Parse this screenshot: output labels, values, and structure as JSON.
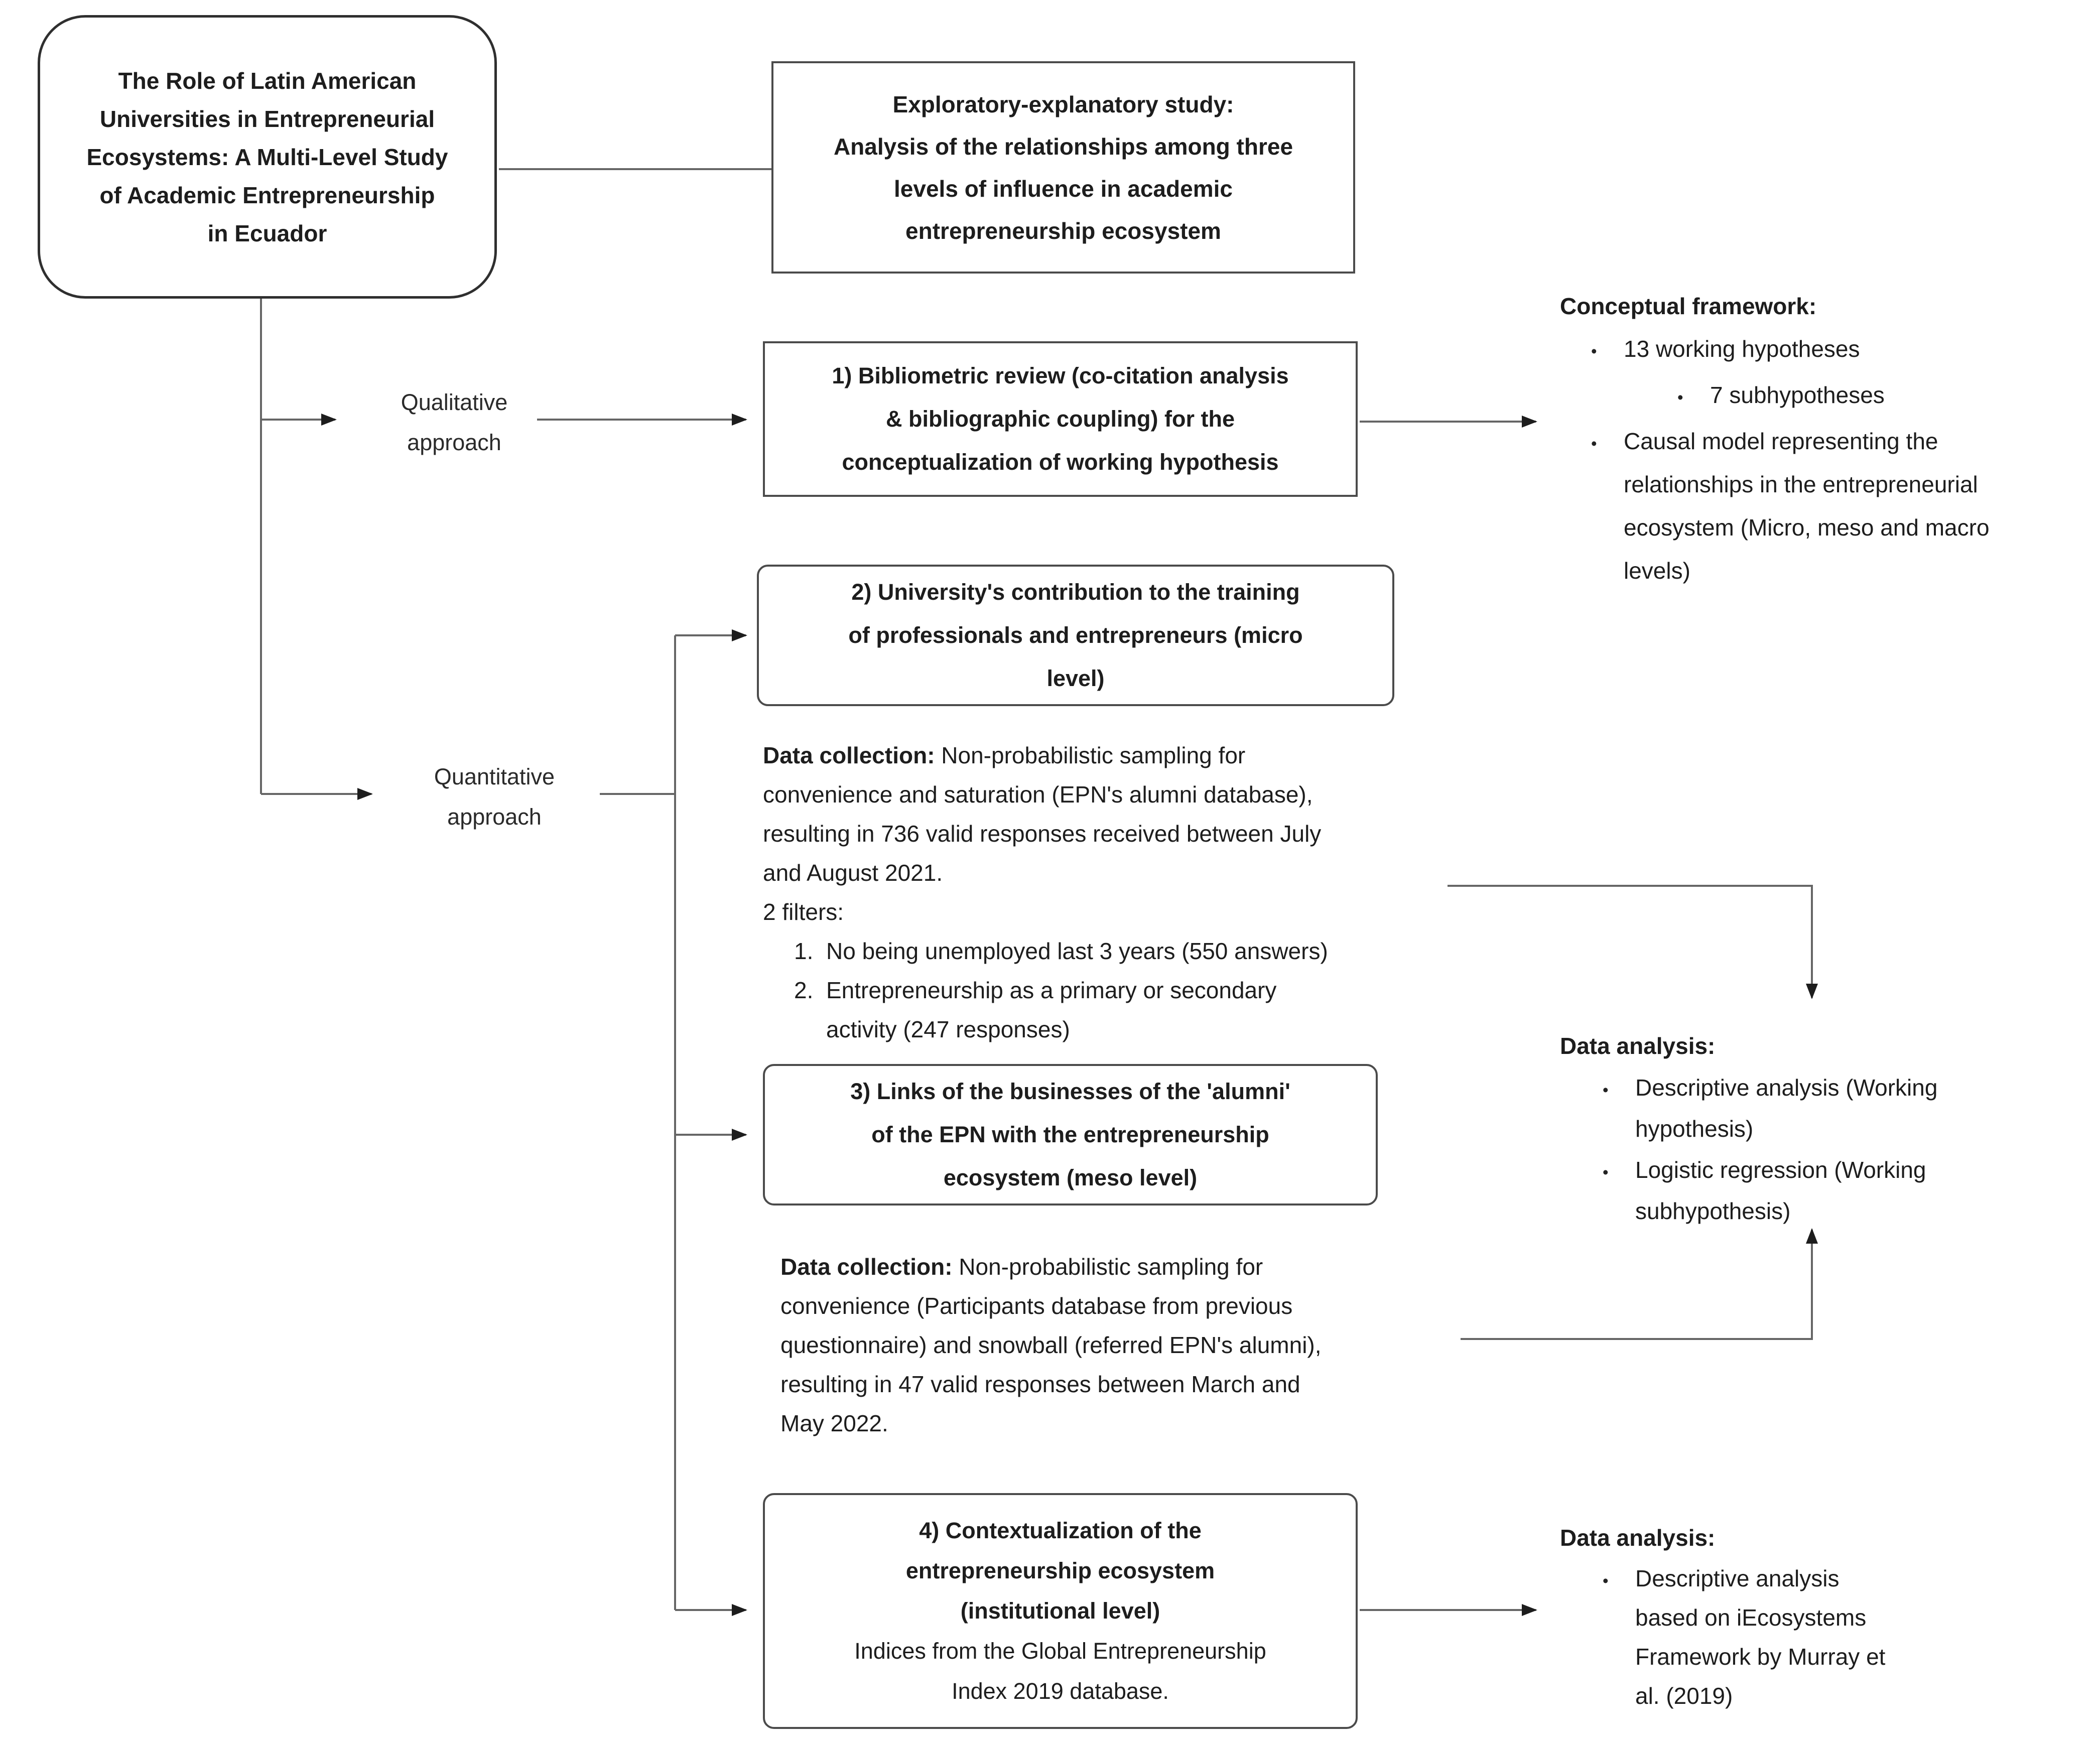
{
  "title_box": {
    "text": "The Role of Latin American\nUniversities in Entrepreneurial\nEcosystems: A Multi-Level Study\nof Academic Entrepreneurship\nin Ecuador"
  },
  "study_box": {
    "text": "Exploratory-explanatory study:\nAnalysis of the relationships among three\nlevels of influence in academic\nentrepreneurship ecosystem"
  },
  "branches": {
    "qualitative": "Qualitative\napproach",
    "quantitative": "Quantitative\napproach"
  },
  "step1_box": {
    "text": "1) Bibliometric review (co-citation analysis\n& bibliographic coupling) for the\nconceptualization of working hypothesis"
  },
  "step2_box": {
    "text": "2) University's contribution to the training\nof professionals and entrepreneurs (micro\nlevel)"
  },
  "step3_box": {
    "text": "3) Links of the businesses of the 'alumni'\nof the EPN with the entrepreneurship\necosystem (meso level)"
  },
  "step4_box": {
    "bold_text": "4) Contextualization of the\nentrepreneurship ecosystem\n(institutional level)",
    "regular_text": "Indices from the Global Entrepreneurship\nIndex 2019 database."
  },
  "conceptual_framework": {
    "heading": "Conceptual framework:",
    "bullet1": "13 working hypotheses",
    "bullet1_sub": "7 subhypotheses",
    "bullet2": "Causal model representing the\nrelationships in the entrepreneurial\necosystem (Micro, meso and macro\nlevels)"
  },
  "data_collection_1": {
    "label": "Data collection:",
    "body": "Non-probabilistic sampling for\nconvenience and saturation (EPN's alumni database),\nresulting in 736 valid responses received between July\nand August 2021.\n2 filters:",
    "filter1_num": "1.",
    "filter1": "No being unemployed last 3 years (550 answers)",
    "filter2_num": "2.",
    "filter2": "Entrepreneurship as a primary or secondary\nactivity (247 responses)"
  },
  "data_analysis_1": {
    "heading": "Data analysis:",
    "bullet1": "Descriptive analysis (Working\nhypothesis)",
    "bullet2": "Logistic regression (Working\nsubhypothesis)"
  },
  "data_collection_2": {
    "label": "Data collection:",
    "body": "Non-probabilistic sampling for\nconvenience (Participants database from previous\nquestionnaire) and snowball (referred EPN's alumni),\nresulting in 47 valid responses between March and\nMay 2022."
  },
  "data_analysis_2": {
    "heading": "Data analysis:",
    "bullet1": "Descriptive analysis\nbased on iEcosystems\nFramework by Murray et\nal. (2019)"
  },
  "colors": {
    "background": "#ffffff",
    "text": "#1d1d1d",
    "line": "#666666",
    "box_border": "#4b4b4b",
    "arrowhead": "#1d1d1d"
  }
}
